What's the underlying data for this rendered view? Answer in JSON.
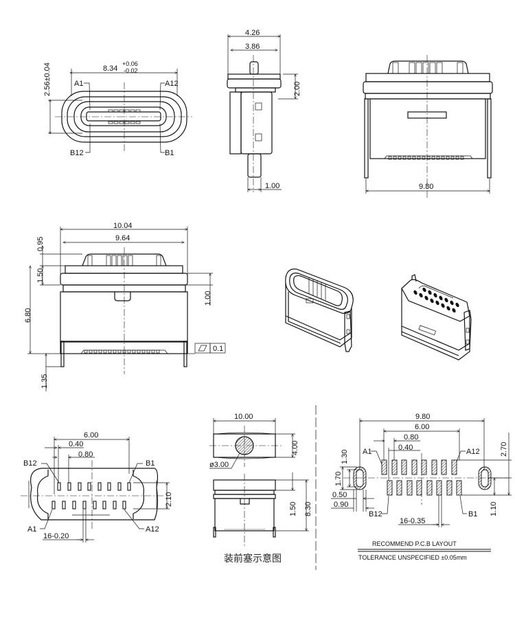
{
  "drawing": {
    "subject": "USB Type-C waterproof receptacle connector",
    "views": {
      "front_top": {
        "width_dim": "8.34",
        "width_tol_plus": "+0.06",
        "width_tol_minus": "-0.02",
        "height_dim": "2.56±0.04",
        "pins": [
          "A1",
          "A12",
          "B12",
          "B1"
        ]
      },
      "side": {
        "outer_width": "4.26",
        "inner_width": "3.86",
        "top_height": "2.00",
        "leg_width": "1.00"
      },
      "back": {
        "width": "9.80"
      },
      "front_main": {
        "outer_width": "10.04",
        "inner_width": "9.64",
        "top_step": "0.95",
        "flange": "1.50",
        "right_step": "1.00",
        "total_height": "6.80",
        "leg_length": "1.35",
        "flatness_symbol": "▱",
        "flatness_value": "0.1"
      },
      "bottom_pins": {
        "span": "6.00",
        "pitch_half": "0.40",
        "pitch": "0.80",
        "row_gap": "2.10",
        "pad_width": "16-0.20",
        "pins": [
          "B12",
          "B1",
          "A1",
          "A12"
        ]
      },
      "plug_cap": {
        "width": "10.00",
        "height": "4.00",
        "hole_dia": "ø3.00",
        "flange": "1.50",
        "total_height": "8.30",
        "caption": "装前塞示意图"
      },
      "pcb_layout": {
        "width": "9.80",
        "span": "6.00",
        "pitch": "0.80",
        "pitch_half": "0.40",
        "slot_height": "1.30",
        "slot_outer": "1.70",
        "slot_width": "0.50",
        "slot_outer_width": "0.90",
        "height_total": "2.70",
        "lower_offset": "1.10",
        "pad_width": "16-0.35",
        "pins": [
          "A1",
          "A12",
          "B12",
          "B1"
        ],
        "title": "RECOMMEND P.C.B LAYOUT",
        "tolerance": "TOLERANCE UNSPECIFIED ±0.05mm"
      }
    }
  }
}
